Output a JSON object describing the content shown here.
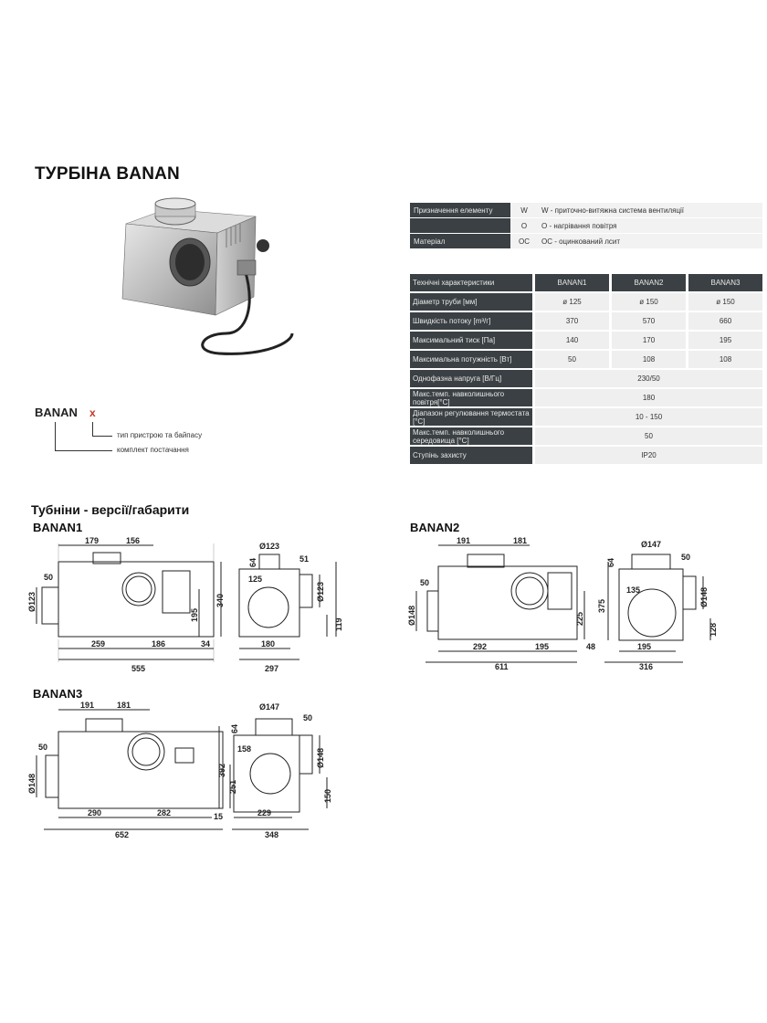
{
  "title": "ТУРБІНА BANAN",
  "table_purpose": {
    "rows": [
      {
        "label": "Призначення елементу",
        "code": "W",
        "value": "W - приточно-витяжна система вентиляції"
      },
      {
        "label": "",
        "code": "O",
        "value": "O - нагрівання повітря"
      },
      {
        "label": "Матеріал",
        "code": "OC",
        "value": "OC - оцинкований лсит"
      }
    ]
  },
  "table_specs": {
    "header": [
      "Технічні характеристики",
      "BANAN1",
      "BANAN2",
      "BANAN3"
    ],
    "rows": [
      {
        "label": "Діаметр труби [мм]",
        "values": [
          "ø 125",
          "ø 150",
          "ø 150"
        ]
      },
      {
        "label": "Швидкість потоку [m³/г]",
        "values": [
          "370",
          "570",
          "660"
        ]
      },
      {
        "label": "Максимальний тиск [Па]",
        "values": [
          "140",
          "170",
          "195"
        ]
      },
      {
        "label": "Максимальна потужність [Вт]",
        "values": [
          "50",
          "108",
          "108"
        ]
      },
      {
        "label": "Однофазна напруга [В/Гц]",
        "merged": "230/50"
      },
      {
        "label": "Макс.темп. навколишнього повітря[°C]",
        "merged": "180"
      },
      {
        "label": "Діапазон регулювання термостата [°C]",
        "merged": "10 - 150"
      },
      {
        "label": "Макс.темп. навколишнього середовища [°C]",
        "merged": "50"
      },
      {
        "label": "Ступінь захисту",
        "merged": "IP20"
      }
    ]
  },
  "code": {
    "main": "BANAN",
    "x": "x",
    "line1": "тип пристрою та байпасу",
    "line2": "комплект постачання"
  },
  "section_title": "Тубніни - версії/габарити",
  "drawings": {
    "banan1": {
      "label": "BANAN1",
      "front": {
        "top1": "179",
        "top2": "156",
        "left_off": "50",
        "pipe": "Ø123",
        "h1": "195",
        "b1": "259",
        "b2": "186",
        "b3": "34",
        "total": "555"
      },
      "side": {
        "pipe": "Ø123",
        "d1": "64",
        "d2": "51",
        "d3": "125",
        "d4": "Ø123",
        "h": "340",
        "h2": "119",
        "b1": "180",
        "total": "297"
      }
    },
    "banan2": {
      "label": "BANAN2",
      "front": {
        "top1": "191",
        "top2": "181",
        "left_off": "50",
        "pipe": "Ø148",
        "h1": "225",
        "b1": "292",
        "b2": "195",
        "b3": "48",
        "total": "611"
      },
      "side": {
        "pipe": "Ø147",
        "d1": "64",
        "d2": "50",
        "d3": "135",
        "d4": "Ø148",
        "h": "375",
        "h2": "128",
        "b1": "195",
        "total": "316"
      }
    },
    "banan3": {
      "label": "BANAN3",
      "front": {
        "top1": "191",
        "top2": "181",
        "left_off": "50",
        "pipe": "Ø148",
        "h1": "251",
        "b1": "290",
        "b2": "282",
        "b3": "15",
        "total": "652"
      },
      "side": {
        "pipe": "Ø147",
        "d1": "64",
        "d2": "50",
        "d3": "158",
        "d4": "Ø148",
        "h": "392",
        "h2": "150",
        "b1": "229",
        "total": "348"
      }
    }
  }
}
